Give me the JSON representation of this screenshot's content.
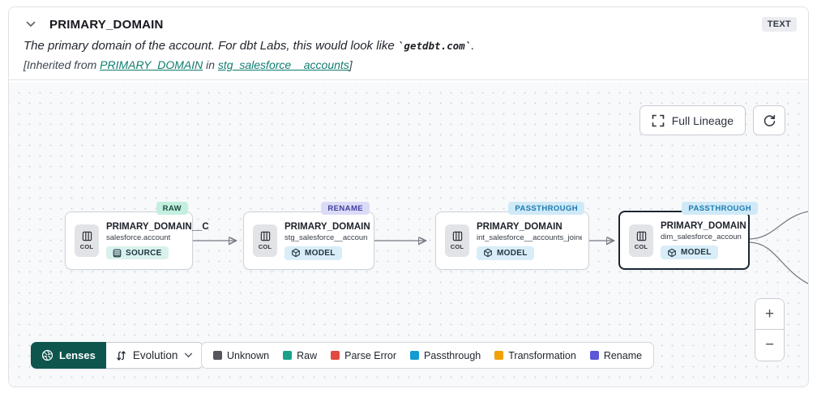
{
  "header": {
    "title": "PRIMARY_DOMAIN",
    "type_badge": "TEXT",
    "description_prefix": "The primary domain of the account. For dbt Labs, this would look like ",
    "description_code": "`getdbt.com`",
    "description_suffix": ".",
    "inherited_prefix": "[Inherited from ",
    "inherited_link_column": "PRIMARY_DOMAIN",
    "inherited_middle": " in ",
    "inherited_link_model": "stg_salesforce__accounts",
    "inherited_suffix": "]"
  },
  "toolbar": {
    "full_lineage_label": "Full Lineage"
  },
  "nodes": [
    {
      "badge": "RAW",
      "badge_bg": "#c3efdf",
      "badge_fg": "#1c4a3f",
      "title": "PRIMARY_DOMAIN__C",
      "subtitle": "salesforce.account",
      "tag": "SOURCE",
      "tag_bg": "#d8f1ec",
      "col_label": "COL"
    },
    {
      "badge": "RENAME",
      "badge_bg": "#dbdbf8",
      "badge_fg": "#3f3f9e",
      "title": "PRIMARY_DOMAIN",
      "subtitle": "stg_salesforce__accounts",
      "tag": "MODEL",
      "tag_bg": "#d8edf8",
      "col_label": "COL"
    },
    {
      "badge": "PASSTHROUGH",
      "badge_bg": "#cfe9f7",
      "badge_fg": "#1d7bb0",
      "title": "PRIMARY_DOMAIN",
      "subtitle": "int_salesforce__accounts_joined",
      "tag": "MODEL",
      "tag_bg": "#d8edf8",
      "col_label": "COL"
    },
    {
      "badge": "PASSTHROUGH",
      "badge_bg": "#cfe9f7",
      "badge_fg": "#1d7bb0",
      "title": "PRIMARY_DOMAIN",
      "subtitle": "dim_salesforce_accounts",
      "tag": "MODEL",
      "tag_bg": "#d8edf8",
      "col_label": "COL"
    }
  ],
  "lenses": {
    "button_label": "Lenses",
    "selected_lens": "Evolution"
  },
  "legend": [
    {
      "label": "Unknown",
      "color": "#55565b"
    },
    {
      "label": "Raw",
      "color": "#18a28b"
    },
    {
      "label": "Parse Error",
      "color": "#e04a3f"
    },
    {
      "label": "Passthrough",
      "color": "#149bd2"
    },
    {
      "label": "Transformation",
      "color": "#f0a106"
    },
    {
      "label": "Rename",
      "color": "#5a58d6"
    }
  ],
  "zoom_controls": {
    "zoom_in": "+",
    "zoom_out": "−"
  },
  "icons": {
    "chevron_collapse": "chevron-down",
    "full_lineage": "fullscreen-brackets",
    "refresh": "circular-arrow",
    "col_chip": "columns",
    "source_tag": "table-rows",
    "model_tag": "cube",
    "lenses": "aperture",
    "evolution": "arrows-up-down"
  },
  "colors": {
    "lenses_button_bg": "#0e554e",
    "link_teal": "#0f7c6f",
    "canvas_bg": "#f8f9fb",
    "selected_node_border": "#1c2733"
  }
}
